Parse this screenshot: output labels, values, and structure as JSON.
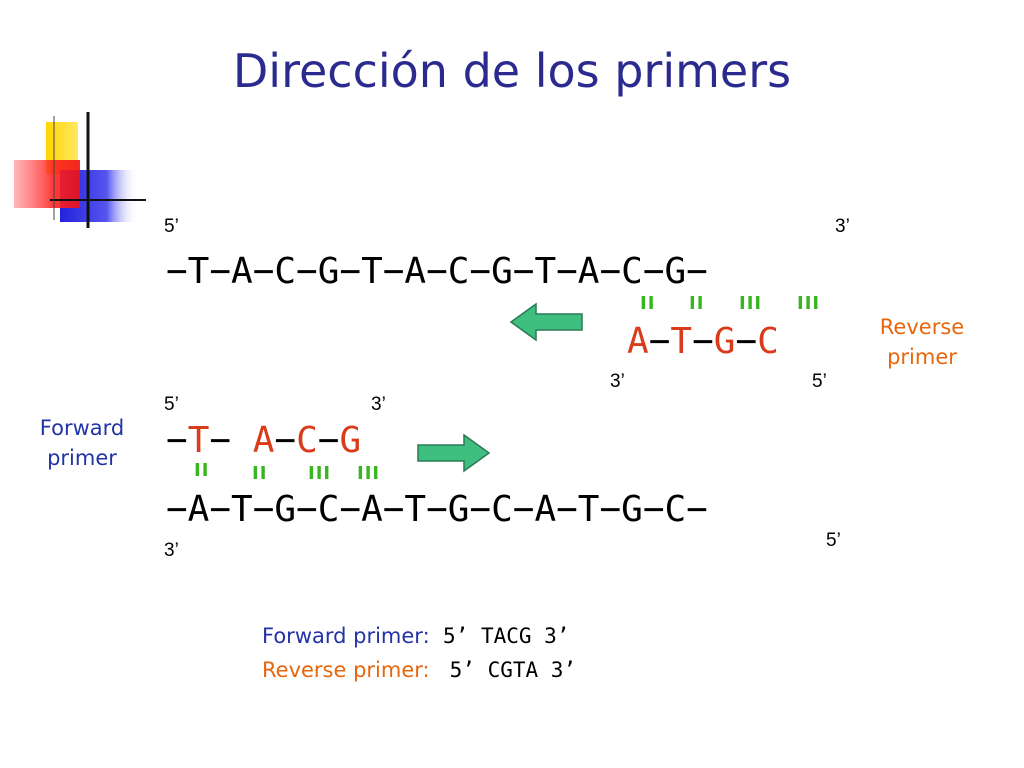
{
  "title": "Dirección de los primers",
  "top_strand": {
    "sequence": "−T−A−C−G−T−A−C−G−T−A−C−G−",
    "label_5": "5’",
    "label_3": "3’"
  },
  "reverse_primer": {
    "bases": [
      "A",
      "T",
      "G",
      "C"
    ],
    "bonds": [
      "II",
      "II",
      "III",
      "III"
    ],
    "label_3": "3’",
    "label_5": "5’",
    "name_line1": "Reverse",
    "name_line2": "primer"
  },
  "forward_primer": {
    "bases": [
      "T",
      "A",
      "C",
      "G"
    ],
    "bonds": [
      "II",
      "II",
      "III",
      "III"
    ],
    "label_5": "5’",
    "label_3": "3’",
    "name_line1": "Forward",
    "name_line2": "primer"
  },
  "bottom_strand": {
    "sequence": "−A−T−G−C−A−T−G−C−A−T−G−C−",
    "label_3": "3’",
    "label_5": "5’"
  },
  "summary": {
    "forward_label": "Forward primer:",
    "forward_value": "5’ TACG 3’",
    "reverse_label": "Reverse primer:",
    "reverse_value": "5’ CGTA 3’"
  },
  "colors": {
    "title": "#2b2b8f",
    "bases": "#d83c1a",
    "bonds": "#36b61f",
    "forward": "#2233a8",
    "reverse": "#e8660c",
    "arrow": "#3fbf7f"
  }
}
